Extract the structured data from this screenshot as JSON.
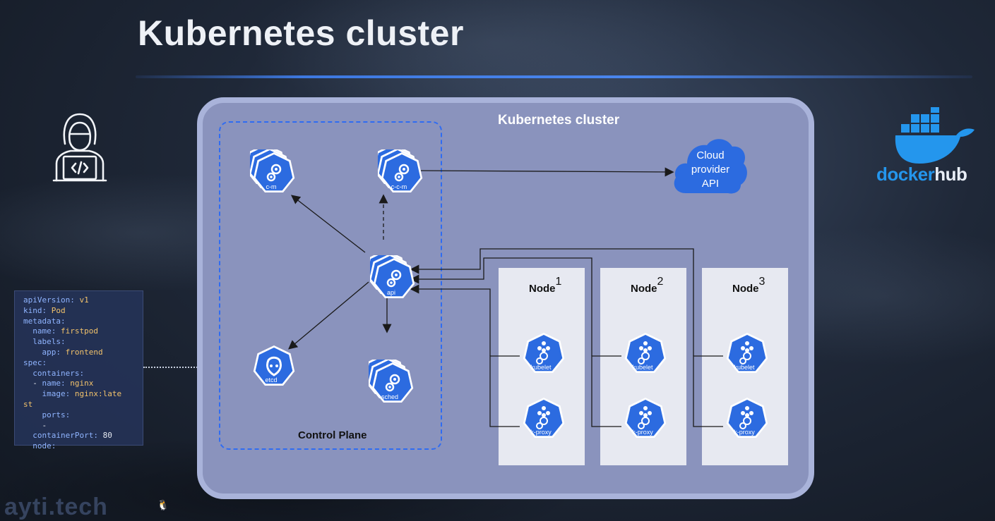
{
  "slide": {
    "title": "Kubernetes cluster",
    "colors": {
      "accent": "#2f6cf2",
      "k8s_blue": "#2c6be0",
      "docker_blue": "#2496ed"
    }
  },
  "user_icon": "developer-laptop-icon",
  "docker": {
    "brand_prefix": "docker",
    "brand_suffix": "hub",
    "icon": "docker-whale-icon"
  },
  "yaml_lines": [
    [
      {
        "k": "apiVersion:"
      },
      {
        "v": " v1"
      }
    ],
    [
      {
        "k": "kind:"
      },
      {
        "v": " Pod"
      }
    ],
    [
      {
        "k": "metadata:"
      }
    ],
    [
      {
        "t": "  "
      },
      {
        "k": "name:"
      },
      {
        "v": " firstpod"
      }
    ],
    [
      {
        "t": "  "
      },
      {
        "k": "labels:"
      }
    ],
    [
      {
        "t": "    "
      },
      {
        "k": "app:"
      },
      {
        "v": " frontend"
      }
    ],
    [
      {
        "k": "spec:"
      }
    ],
    [
      {
        "t": "  "
      },
      {
        "k": "containers:"
      }
    ],
    [
      {
        "t": "  - "
      },
      {
        "k": "name:"
      },
      {
        "v": " nginx"
      }
    ],
    [
      {
        "t": "    "
      },
      {
        "k": "image:"
      },
      {
        "v": " nginx:late"
      }
    ],
    [
      {
        "v": "st"
      }
    ],
    [
      {
        "t": "    "
      },
      {
        "k": "ports:"
      }
    ],
    [
      {
        "t": "    -"
      }
    ],
    [
      {
        "t": "  "
      },
      {
        "k": "containerPort:"
      },
      {
        "t": " 80"
      }
    ],
    [
      {
        "t": "  "
      },
      {
        "k": "node:"
      }
    ]
  ],
  "cluster": {
    "label": "Kubernetes cluster",
    "control_plane_label": "Control Plane",
    "cloud_api_label": [
      "Cloud",
      "provider",
      "API"
    ],
    "components": {
      "cm": "c-m",
      "ccm": "c-c-m",
      "api": "api",
      "etcd": "etcd",
      "sched": "sched"
    },
    "nodes": [
      {
        "name": "Node",
        "num": "1",
        "kubelet": "kubelet",
        "proxy": "k-proxy"
      },
      {
        "name": "Node",
        "num": "2",
        "kubelet": "kubelet",
        "proxy": "k-proxy"
      },
      {
        "name": "Node",
        "num": "3",
        "kubelet": "kubelet",
        "proxy": "k-proxy"
      }
    ]
  },
  "watermark": "ayti.tech"
}
